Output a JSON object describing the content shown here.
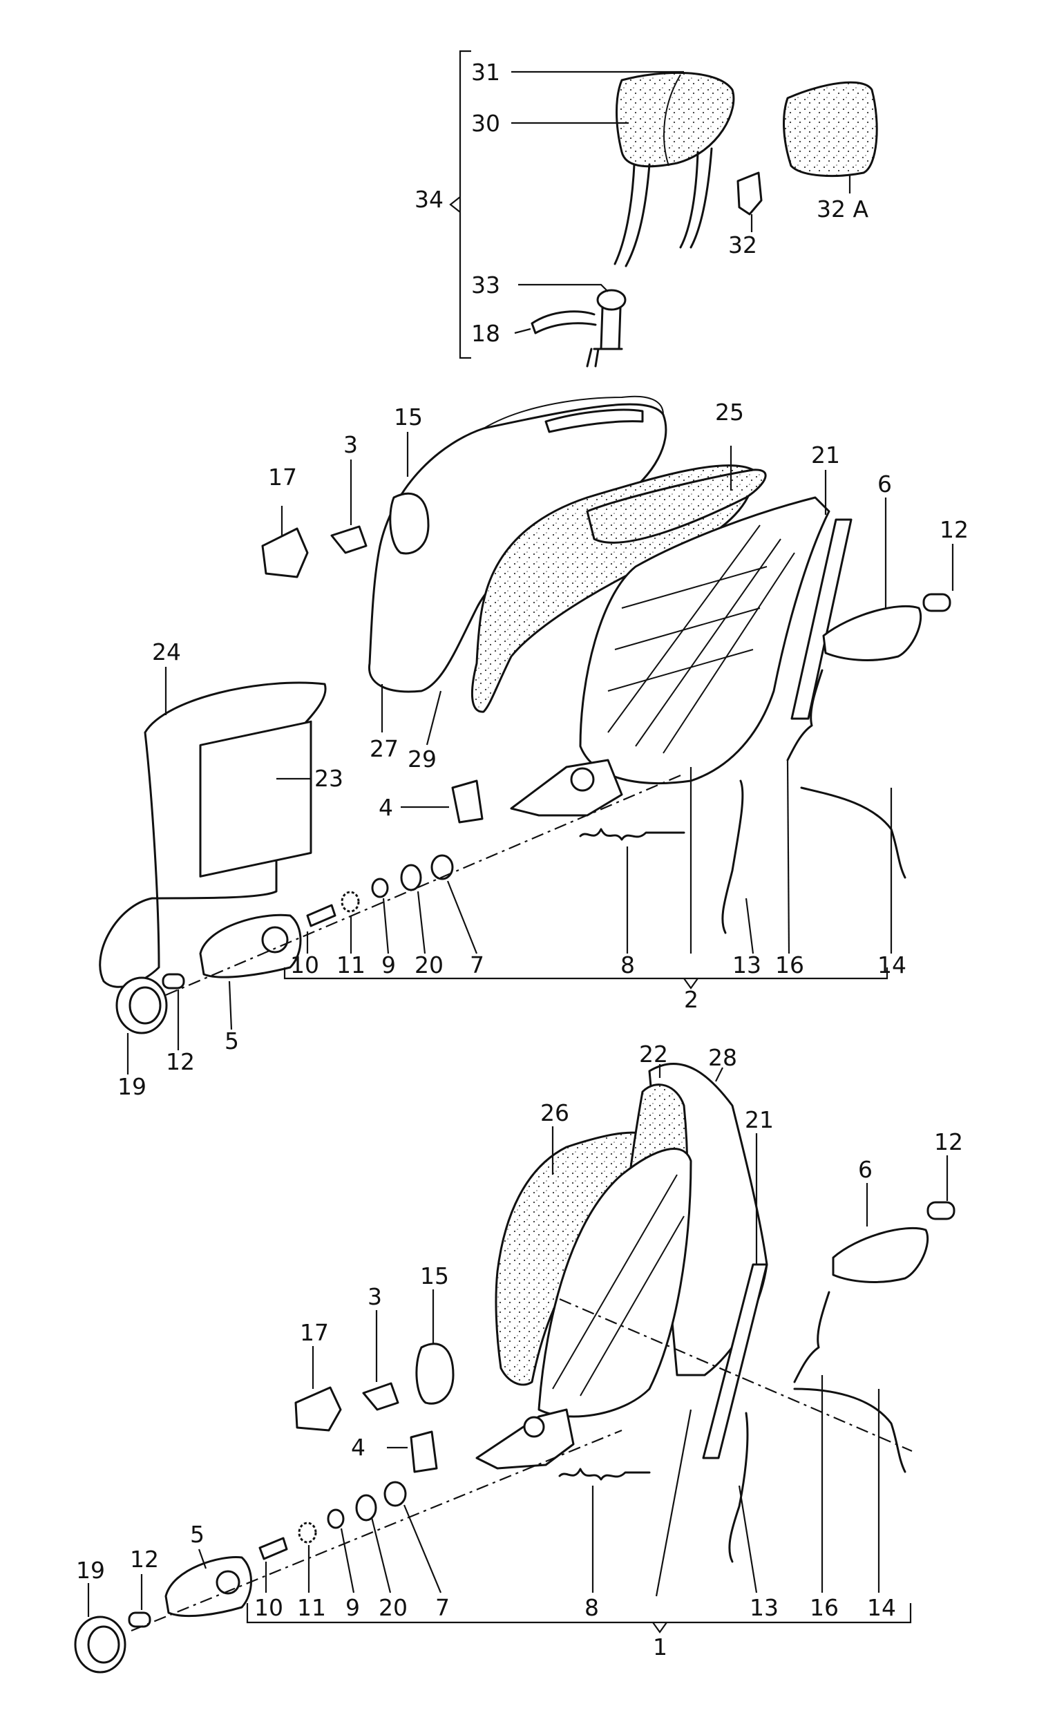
{
  "diagram": {
    "callouts": {
      "c31": "31",
      "c30": "30",
      "c34": "34",
      "c33": "33",
      "c18": "18",
      "c32": "32",
      "c32a": "32 A",
      "t15": "15",
      "t25": "25",
      "t3": "3",
      "t17": "17",
      "t21": "21",
      "t6": "6",
      "t12r": "12",
      "t24": "24",
      "t23": "23",
      "t27": "27",
      "t29": "29",
      "t4": "4",
      "t10": "10",
      "t11": "11",
      "t9": "9",
      "t20": "20",
      "t7": "7",
      "t8": "8",
      "t13": "13",
      "t16": "16",
      "t14": "14",
      "t2": "2",
      "t5": "5",
      "t19": "19",
      "t12l": "12",
      "b22": "22",
      "b28": "28",
      "b26": "26",
      "b21": "21",
      "b12r": "12",
      "b6": "6",
      "b15": "15",
      "b3": "3",
      "b17": "17",
      "b4": "4",
      "b5": "5",
      "b19": "19",
      "b12l": "12",
      "b10": "10",
      "b11": "11",
      "b9": "9",
      "b20": "20",
      "b7": "7",
      "b8": "8",
      "b1": "1",
      "b13": "13",
      "b16": "16",
      "b14": "14"
    }
  }
}
